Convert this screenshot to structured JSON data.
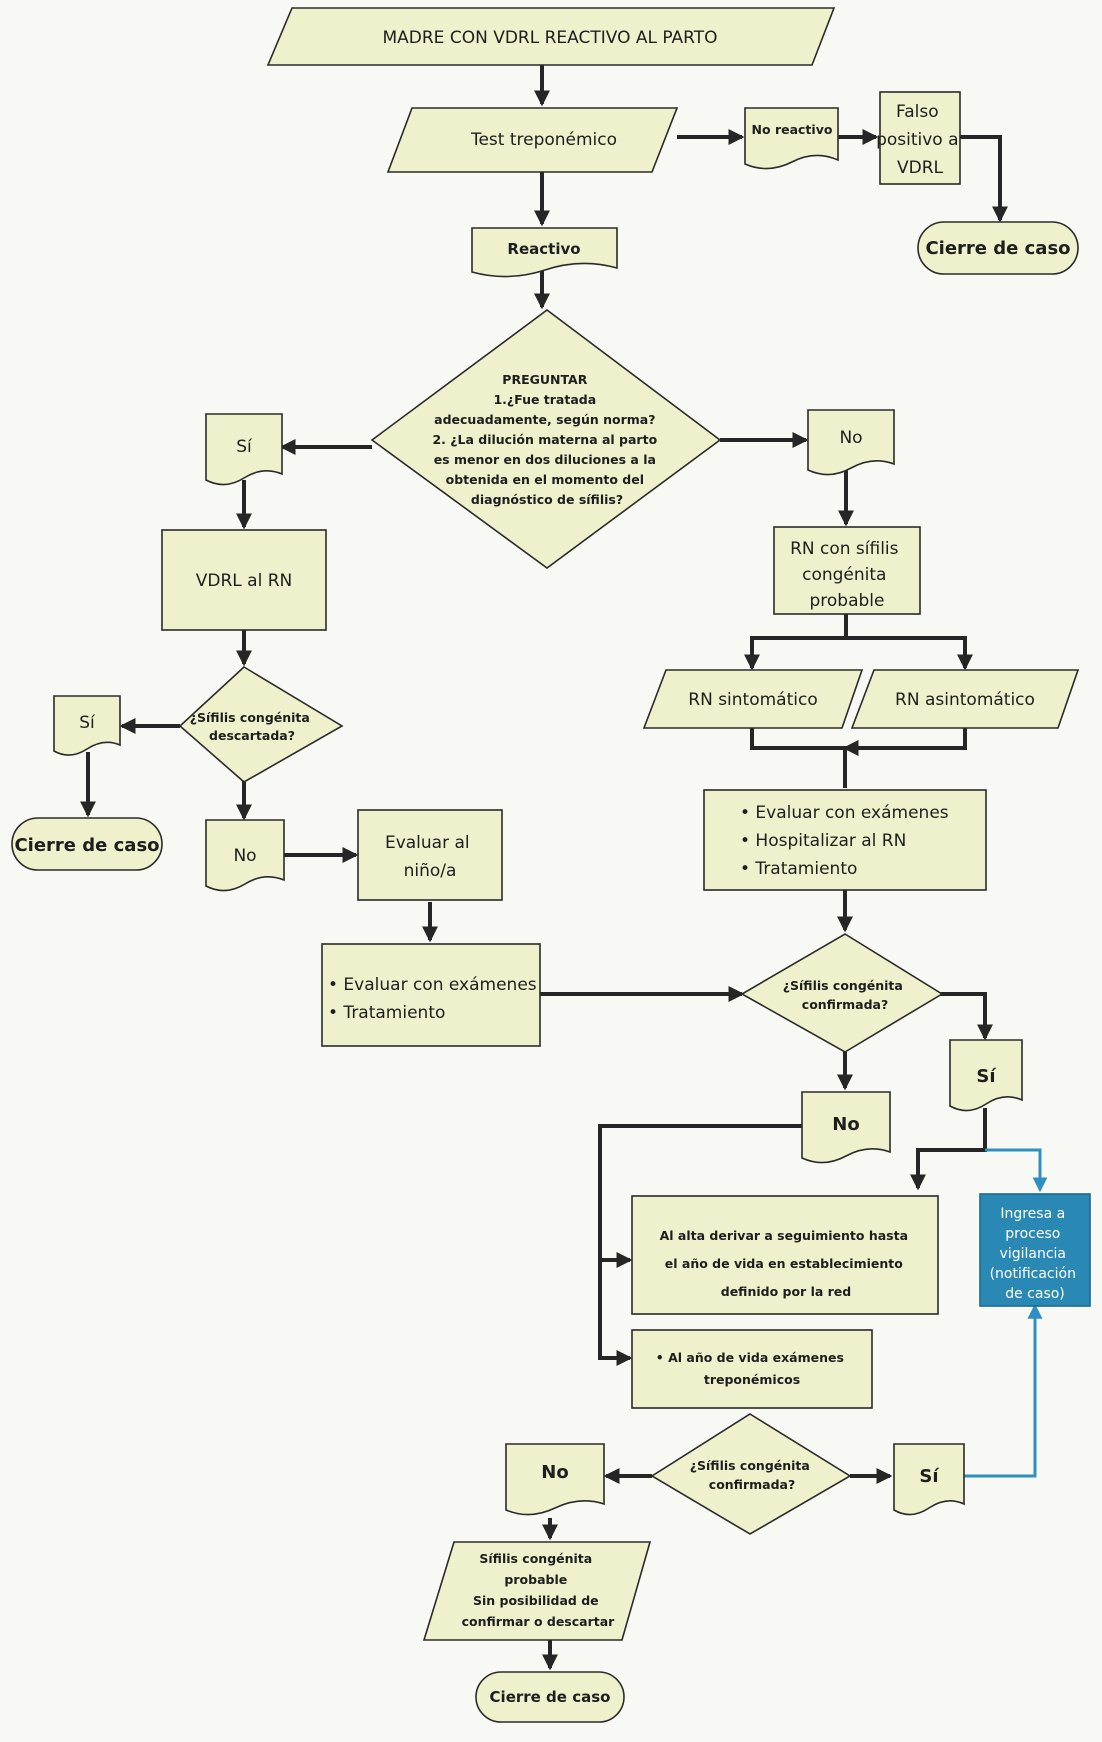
{
  "colors": {
    "shape_fill": "#eef1cc",
    "stroke": "#262626",
    "vigilance_fill": "#2a88b4",
    "vigilance_line": "#2f8fc2"
  },
  "nodes": {
    "start": {
      "lines": [
        "MADRE CON VDRL REACTIVO AL PARTO"
      ]
    },
    "test": {
      "lines": [
        "Test treponémico"
      ]
    },
    "no_reactivo": {
      "lines": [
        "No reactivo"
      ]
    },
    "falso_positivo": {
      "lines": [
        "Falso",
        "positivo a",
        "VDRL"
      ]
    },
    "cierre_1": {
      "lines": [
        "Cierre de caso"
      ]
    },
    "reactivo": {
      "lines": [
        "Reactivo"
      ]
    },
    "preguntar": {
      "lines": [
        "PREGUNTAR",
        "1.¿Fue tratada",
        "adecuadamente, según norma?",
        "2. ¿La dilución materna al parto",
        "es menor en dos diluciones a la",
        "obtenida en el momento del",
        "diagnóstico de sífilis?"
      ]
    },
    "si_1": {
      "lines": [
        "Sí"
      ]
    },
    "no_1": {
      "lines": [
        "No"
      ]
    },
    "vdrl_rn": {
      "lines": [
        "VDRL al RN"
      ]
    },
    "rn_probable": {
      "lines": [
        "RN con sífilis",
        "congénita",
        "probable"
      ]
    },
    "descartada": {
      "lines": [
        "¿Sífilis congénita",
        "descartada?"
      ]
    },
    "si_2": {
      "lines": [
        "Sí"
      ]
    },
    "cierre_2": {
      "lines": [
        "Cierre de caso"
      ]
    },
    "no_2": {
      "lines": [
        "No"
      ]
    },
    "evaluar_nino": {
      "lines": [
        "Evaluar al",
        "niño/a"
      ]
    },
    "eval_trat": {
      "lines": [
        "• Evaluar con exámenes",
        "• Tratamiento"
      ]
    },
    "sintomatico": {
      "lines": [
        "RN sintomático"
      ]
    },
    "asintomatico": {
      "lines": [
        "RN asintomático"
      ]
    },
    "eval_hosp": {
      "lines": [
        "•  Evaluar con exámenes",
        "•  Hospitalizar al RN",
        "•  Tratamiento"
      ]
    },
    "confirmada_1": {
      "lines": [
        "¿Sífilis congénita",
        "confirmada?"
      ]
    },
    "si_3": {
      "lines": [
        "Sí"
      ]
    },
    "no_3": {
      "lines": [
        "No"
      ]
    },
    "vigilancia": {
      "lines": [
        "Ingresa a",
        "proceso",
        "vigilancia",
        "(notificación",
        "de caso)"
      ]
    },
    "al_alta": {
      "lines": [
        "Al alta derivar a seguimiento hasta",
        "el año de vida en establecimiento",
        "definido por la red"
      ]
    },
    "al_anio": {
      "lines": [
        "• Al año de vida exámenes",
        "treponémicos"
      ]
    },
    "confirmada_2": {
      "lines": [
        "¿Sífilis congénita",
        "confirmada?"
      ]
    },
    "no_4": {
      "lines": [
        "No"
      ]
    },
    "si_4": {
      "lines": [
        "Sí"
      ]
    },
    "probable_final": {
      "lines": [
        "Sífilis congénita",
        "probable",
        "Sin  posibilidad de",
        "confirmar o descartar"
      ]
    },
    "cierre_3": {
      "lines": [
        "Cierre de caso"
      ]
    }
  }
}
